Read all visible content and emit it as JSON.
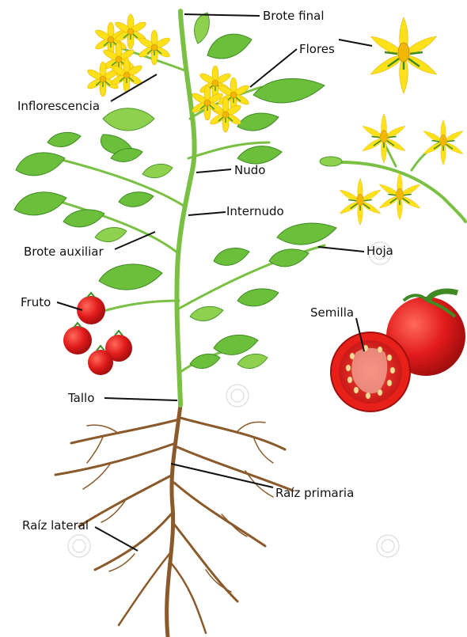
{
  "labels": {
    "brote_final": "Brote final",
    "flores": "Flores",
    "inflorescencia": "Inflorescencia",
    "nudo": "Nudo",
    "internudo": "Internudo",
    "brote_auxiliar": "Brote auxiliar",
    "hoja": "Hoja",
    "fruto": "Fruto",
    "semilla": "Semilla",
    "tallo": "Tallo",
    "raiz_primaria": "Raíz primaria",
    "raiz_lateral": "Raíz lateral"
  },
  "colors": {
    "leaf": "#6bbf3a",
    "stem": "#79c043",
    "flower": "#ffe11a",
    "fruit": "#d81e1e",
    "root": "#8a5a2b"
  }
}
